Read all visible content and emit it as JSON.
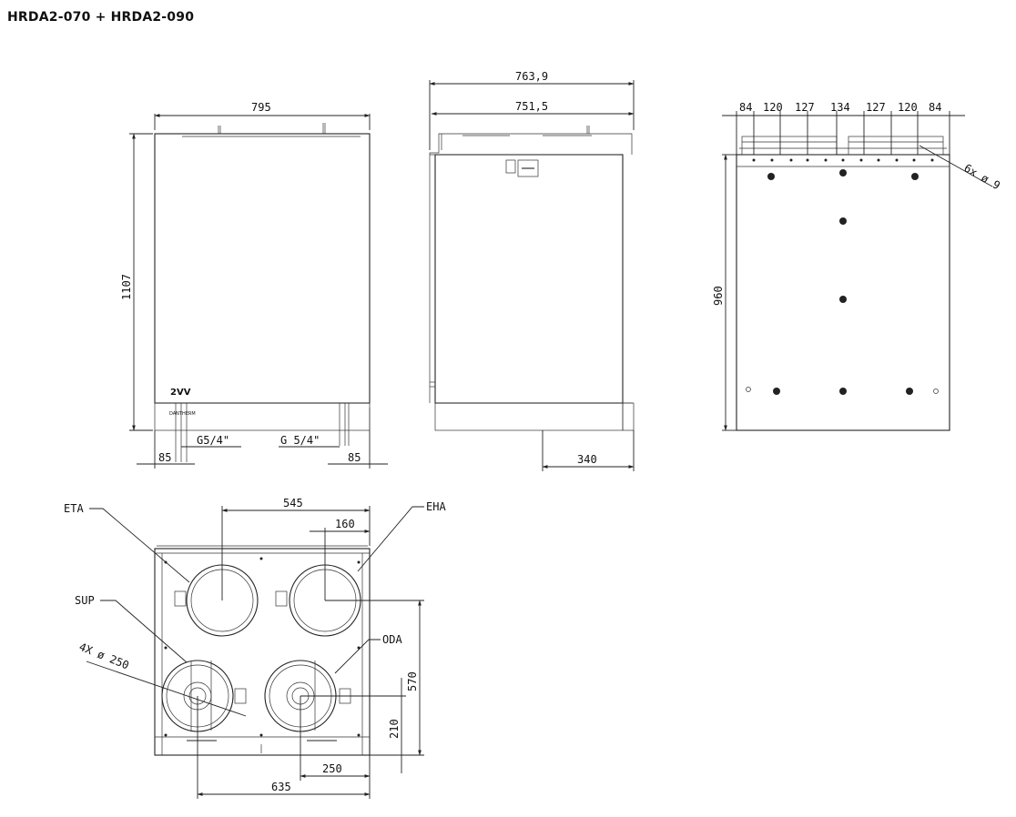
{
  "title": "HRDA2-070 + HRDA2-090",
  "front_view": {
    "width": "795",
    "height": "1107",
    "left_conn_label": "G5/4\"",
    "right_conn_label": "G 5/4\"",
    "left_offset": "85",
    "right_offset": "85",
    "logo_text": "2VV",
    "logo_sub": "DANTHERM"
  },
  "side_view": {
    "overall_depth": "763,9",
    "body_depth": "751,5",
    "foot_offset": "340"
  },
  "back_view": {
    "spacings": [
      "84",
      "120",
      "127",
      "134",
      "127",
      "120",
      "84"
    ],
    "height": "960",
    "holes_label": "6x ø 9"
  },
  "top_view": {
    "labels": {
      "eta": "ETA",
      "eha": "EHA",
      "sup": "SUP",
      "oda": "ODA"
    },
    "port_spec": "4X ø 250",
    "dim_545": "545",
    "dim_160": "160",
    "dim_570": "570",
    "dim_210": "210",
    "dim_250": "250",
    "dim_635": "635"
  }
}
